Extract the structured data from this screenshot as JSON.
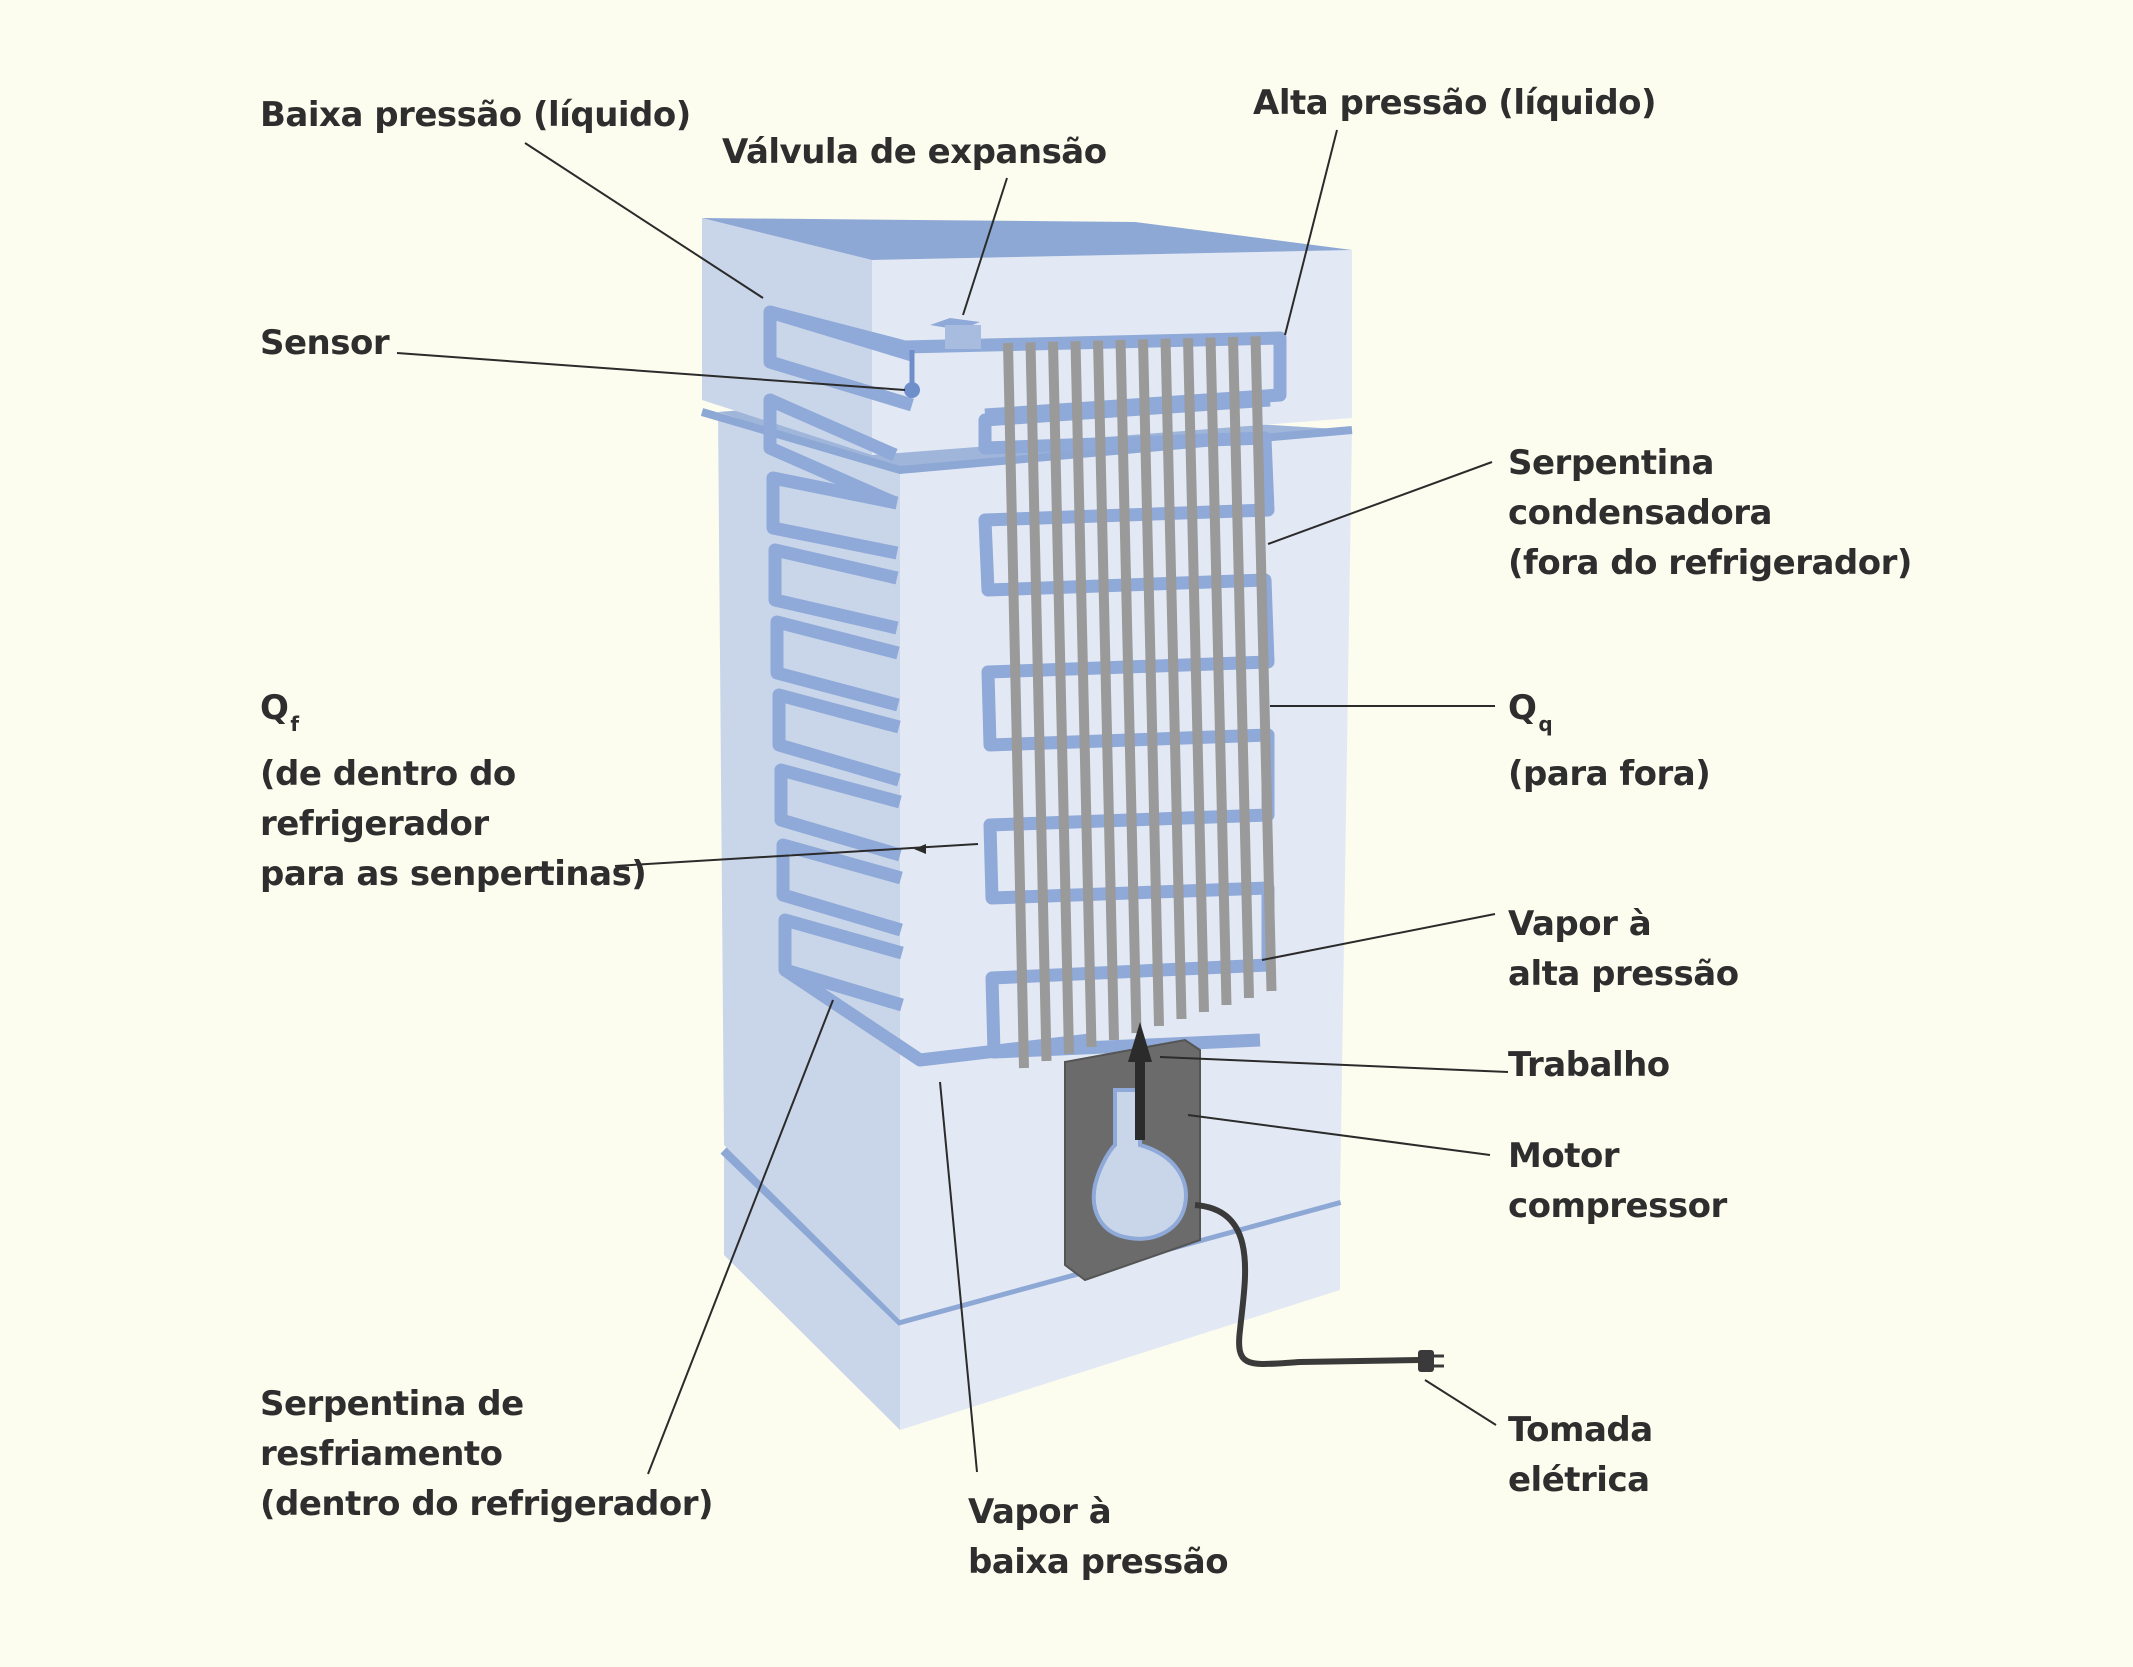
{
  "labels": {
    "baixa_pressao_liquido": "Baixa pressão (líquido)",
    "valvula_expansao": "Válvula de expansão",
    "alta_pressao_liquido": "Alta pressão (líquido)",
    "sensor": "Sensor",
    "serpentina_condensadora": [
      "Serpentina",
      "condensadora",
      "(fora do refrigerador)"
    ],
    "qf_symbol": "Q",
    "qf_subscript": "f",
    "qf_text": [
      "(de dentro do",
      "refrigerador",
      "para as senpertinas)"
    ],
    "qq_symbol": "Q",
    "qq_subscript": "q",
    "qq_text": "(para fora)",
    "vapor_alta_pressao": [
      "Vapor à",
      "alta pressão"
    ],
    "trabalho": "Trabalho",
    "motor_compressor": [
      "Motor",
      "compressor"
    ],
    "tomada_eletrica": [
      "Tomada",
      "elétrica"
    ],
    "serpentina_resfriamento": [
      "Serpentina de",
      "resfriamento",
      "(dentro do refrigerador)"
    ],
    "vapor_baixa_pressao": [
      "Vapor à",
      "baixa pressão"
    ]
  },
  "colors": {
    "background": "#fdfdef",
    "cabinet_side": "#c9d6ea",
    "cabinet_back": "#e3e9f4",
    "cabinet_top": "#8ea8d6",
    "tubing": "#8fa9d8",
    "grille": "#9a9a9a",
    "compressor": "#6b6b6b",
    "text": "#2e2e2e"
  }
}
